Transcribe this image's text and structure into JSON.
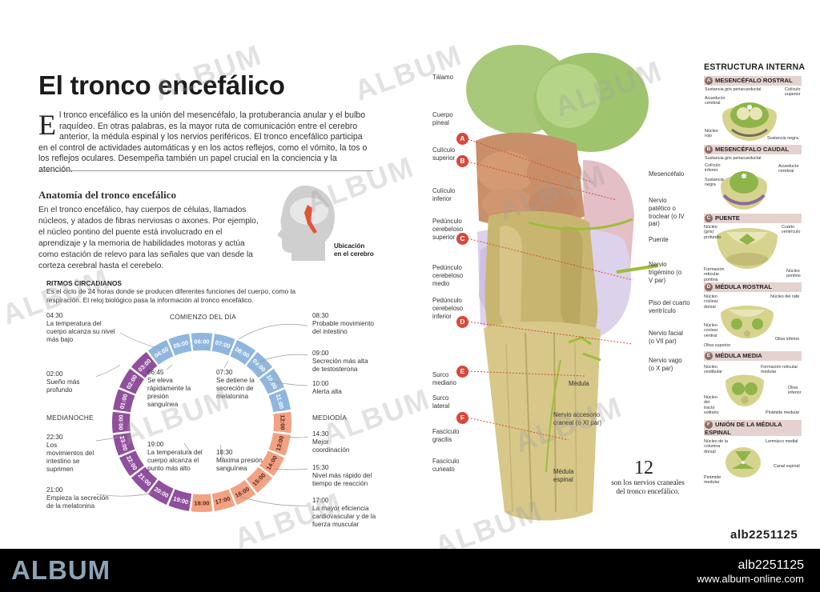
{
  "title": "El tronco encefálico",
  "intro": {
    "dropcap": "E",
    "text": "l tronco encefálico es la unión del mesencéfalo, la protuberancia anular y el bulbo raquídeo. En otras palabras, es la mayor ruta de comunicación entre el cerebro anterior, la médula espinal y los nervios periféricos. El tronco encefálico participa en el control de actividades automáticas y en los actos reflejos, como el vómito, la tos o los reflejos oculares. Desempeña también un papel crucial en la conciencia y la atención."
  },
  "anatomy": {
    "title": "Anatomía del tronco encefálico",
    "text": "En el tronco encefálico, hay cuerpos de células, llamados núcleos, y atados de fibras nerviosas o axones. Por ejemplo, el núcleo pontino del puente está involucrado en el aprendizaje y la memoria de habilidades motoras y actúa como estación de relevo para las señales que van desde la corteza cerebral hasta el cerebelo.",
    "location_label_1": "Ubicación",
    "location_label_2": "en el cerebro"
  },
  "rhythms": {
    "title": "RITMOS CIRCADIANOS",
    "text": "Es el ciclo de 24 horas donde se producen diferentes funciones del cuerpo, como la respiración. El reloj biológico pasa la información al tronco encefálico.",
    "heading_day": "COMIENZO DEL DÍA",
    "heading_noon": "MEDIODÍA",
    "heading_midnight": "MEDIANOCHE",
    "hours": [
      "00:00",
      "01:00",
      "02:00",
      "03:00",
      "04:00",
      "05:00",
      "06:00",
      "07:00",
      "08:00",
      "09:00",
      "10:00",
      "11:00",
      "12:00",
      "13:00",
      "14:00",
      "15:00",
      "16:00",
      "17:00",
      "18:00",
      "19:00",
      "20:00",
      "21:00",
      "22:00",
      "23:00"
    ],
    "colors": {
      "morning": "#8fb6de",
      "afternoon": "#f2a283",
      "night": "#8f4f9c"
    },
    "events": [
      {
        "time": "04:30",
        "text": "La temperatura del cuerpo alcanza su nivel más bajo"
      },
      {
        "time": "02:00",
        "text": "Sueño más profundo"
      },
      {
        "time": "22:30",
        "text": "Los movimientos del intestino se suprimen"
      },
      {
        "time": "21:00",
        "text": "Empieza la secreción de la melatonina"
      },
      {
        "time": "06:45",
        "text": "Se eleva rápidamente la presión sanguínea"
      },
      {
        "time": "07:30",
        "text": "Se detiene la secreción de melatonina"
      },
      {
        "time": "19:00",
        "text": "La temperatura del cuerpo alcanza el punto más alto"
      },
      {
        "time": "18:30",
        "text": "Máxima presión sanguínea"
      },
      {
        "time": "08:30",
        "text": "Probable movimiento del intestino"
      },
      {
        "time": "09:00",
        "text": "Secreción más alta de testosterona"
      },
      {
        "time": "10:00",
        "text": "Alerta alta"
      },
      {
        "time": "14:30",
        "text": "Mejor coordinación"
      },
      {
        "time": "15:30",
        "text": "Nivel más rápido del tiempo de reacción"
      },
      {
        "time": "17:00",
        "text": "La mayor eficiencia cardiovascular y de la fuerza muscular"
      }
    ]
  },
  "brainstem_labels": {
    "left": [
      "Tálamo",
      "Cuerpo pineal",
      "Culículo superior",
      "Culículo inferior",
      "Pedúnculo cerebeloso superior",
      "Pedúnculo cerebeloso medio",
      "Pedúnculo cerebeloso inferior",
      "Surco mediano",
      "Surco lateral",
      "Fascículo gracilis",
      "Fascículo cuneato"
    ],
    "right": [
      "Mesencéfalo",
      "Nervio patético o troclear (o IV par)",
      "Puente",
      "Nervio trigémino (o V par)",
      "Piso del cuarto ventrículo",
      "Nervio facial (o VII par)",
      "Nervio vago (o X par)",
      "Médula",
      "Nervio accesorio craneal (o XI par)",
      "Médula espinal"
    ],
    "markers": [
      "A",
      "B",
      "C",
      "D",
      "E",
      "F"
    ]
  },
  "stat": {
    "number": "12",
    "text": "son los nervios craneales del tronco encefálico."
  },
  "structure": {
    "title": "ESTRUCTURA INTERNA",
    "sections": [
      {
        "badge": "A",
        "title": "MESENCÉFALO ROSTRAL",
        "labels": [
          "Sustancia gris periacueductal",
          "Acueducto cerebral",
          "Colículo superior",
          "Núcleo rojo",
          "Sustancia negra"
        ]
      },
      {
        "badge": "B",
        "title": "MESENCÉFALO CAUDAL",
        "labels": [
          "Sustancia gris periacueductal",
          "Colículo inferior",
          "Acueducto cerebral",
          "Sustancia negra"
        ]
      },
      {
        "badge": "C",
        "title": "PUENTE",
        "labels": [
          "Núcleo (gris) profundo",
          "Cuarto ventrículo",
          "Formación reticular pontina",
          "Núcleo pontino"
        ]
      },
      {
        "badge": "D",
        "title": "MÉDULA ROSTRAL",
        "labels": [
          "Núcleo coclear dorsal",
          "Núcleo del rafe",
          "Núcleo coclear ventral",
          "Oliva superior",
          "Oliva inferior"
        ]
      },
      {
        "badge": "E",
        "title": "MÉDULA MEDIA",
        "labels": [
          "Núcleo vestibular",
          "Formación reticular medular",
          "Oliva inferior",
          "Núcleo del tracto solitario",
          "Pirámide medular"
        ]
      },
      {
        "badge": "F",
        "title": "UNIÓN DE LA MÉDULA ESPINAL",
        "labels": [
          "Núcleo de la columna dorsal",
          "Lemnisco medial",
          "Canal espinal",
          "Pirámide medular"
        ]
      }
    ]
  },
  "code": "alb2251125",
  "footer": {
    "logo": "ALBUM",
    "code": "alb2251125",
    "url": "www.album-online.com"
  },
  "watermark": "ALBUM"
}
